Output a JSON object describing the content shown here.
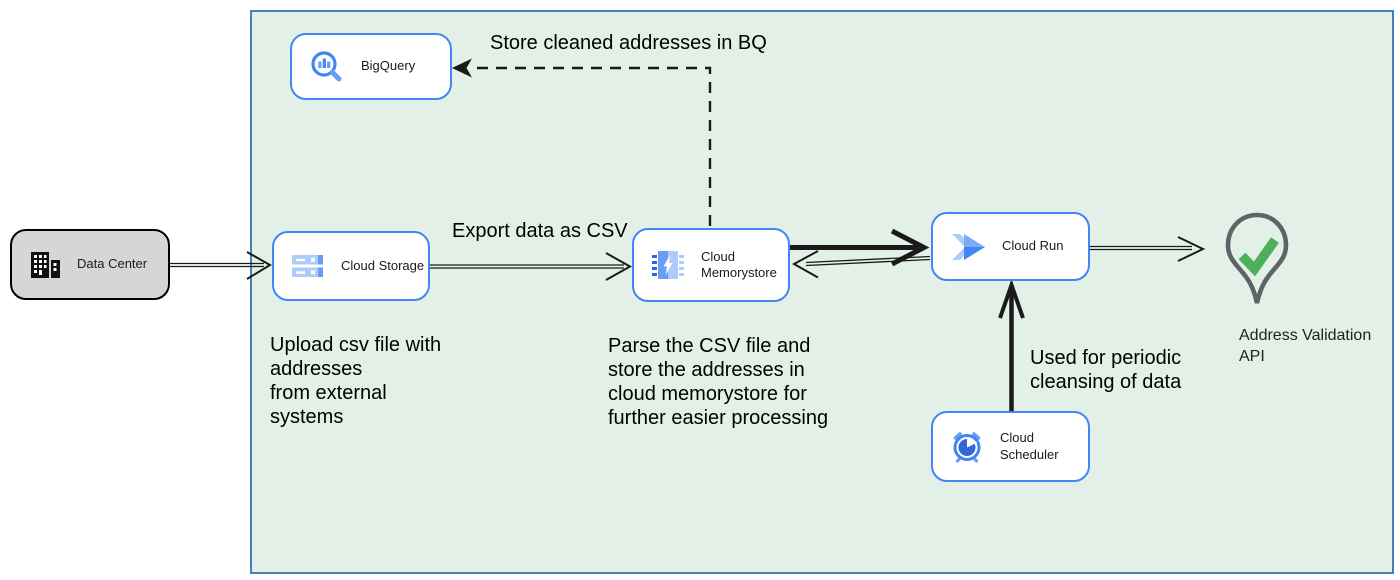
{
  "nodes": {
    "data_center": {
      "label": "Data Center"
    },
    "bigquery": {
      "label": "BigQuery"
    },
    "cloud_storage": {
      "label": "Cloud Storage"
    },
    "cloud_memorystore": {
      "label": "Cloud Memorystore"
    },
    "cloud_run": {
      "label": "Cloud Run"
    },
    "cloud_scheduler": {
      "label": "Cloud Scheduler"
    },
    "address_validation": {
      "label": "Address Validation\nAPI"
    }
  },
  "edge_labels": {
    "store_bq": "Store cleaned addresses in BQ",
    "export_csv": "Export data as CSV",
    "periodic": "Used for periodic\ncleansing of data"
  },
  "annotations": {
    "upload": "Upload csv file with\naddresses\nfrom external\nsystems",
    "parse": "Parse the CSV file and\nstore the addresses in\ncloud  memorystore for\nfurther easier processing"
  },
  "colors": {
    "container_fill": "#e3f0e7",
    "container_border": "#4a7eba",
    "node_border": "#4285f4",
    "node_fill": "#ffffff",
    "datacenter_fill": "#d6d6d6",
    "datacenter_border": "#000000",
    "arrow": "#1a1a1a",
    "gcp_blue": "#4285f4",
    "gcp_blue_mid": "#669df6",
    "gcp_blue_light": "#aecbfa",
    "gcp_blue_dark": "#3367d6",
    "pin_outline": "#5f6368",
    "check_green": "#4fae5a"
  }
}
